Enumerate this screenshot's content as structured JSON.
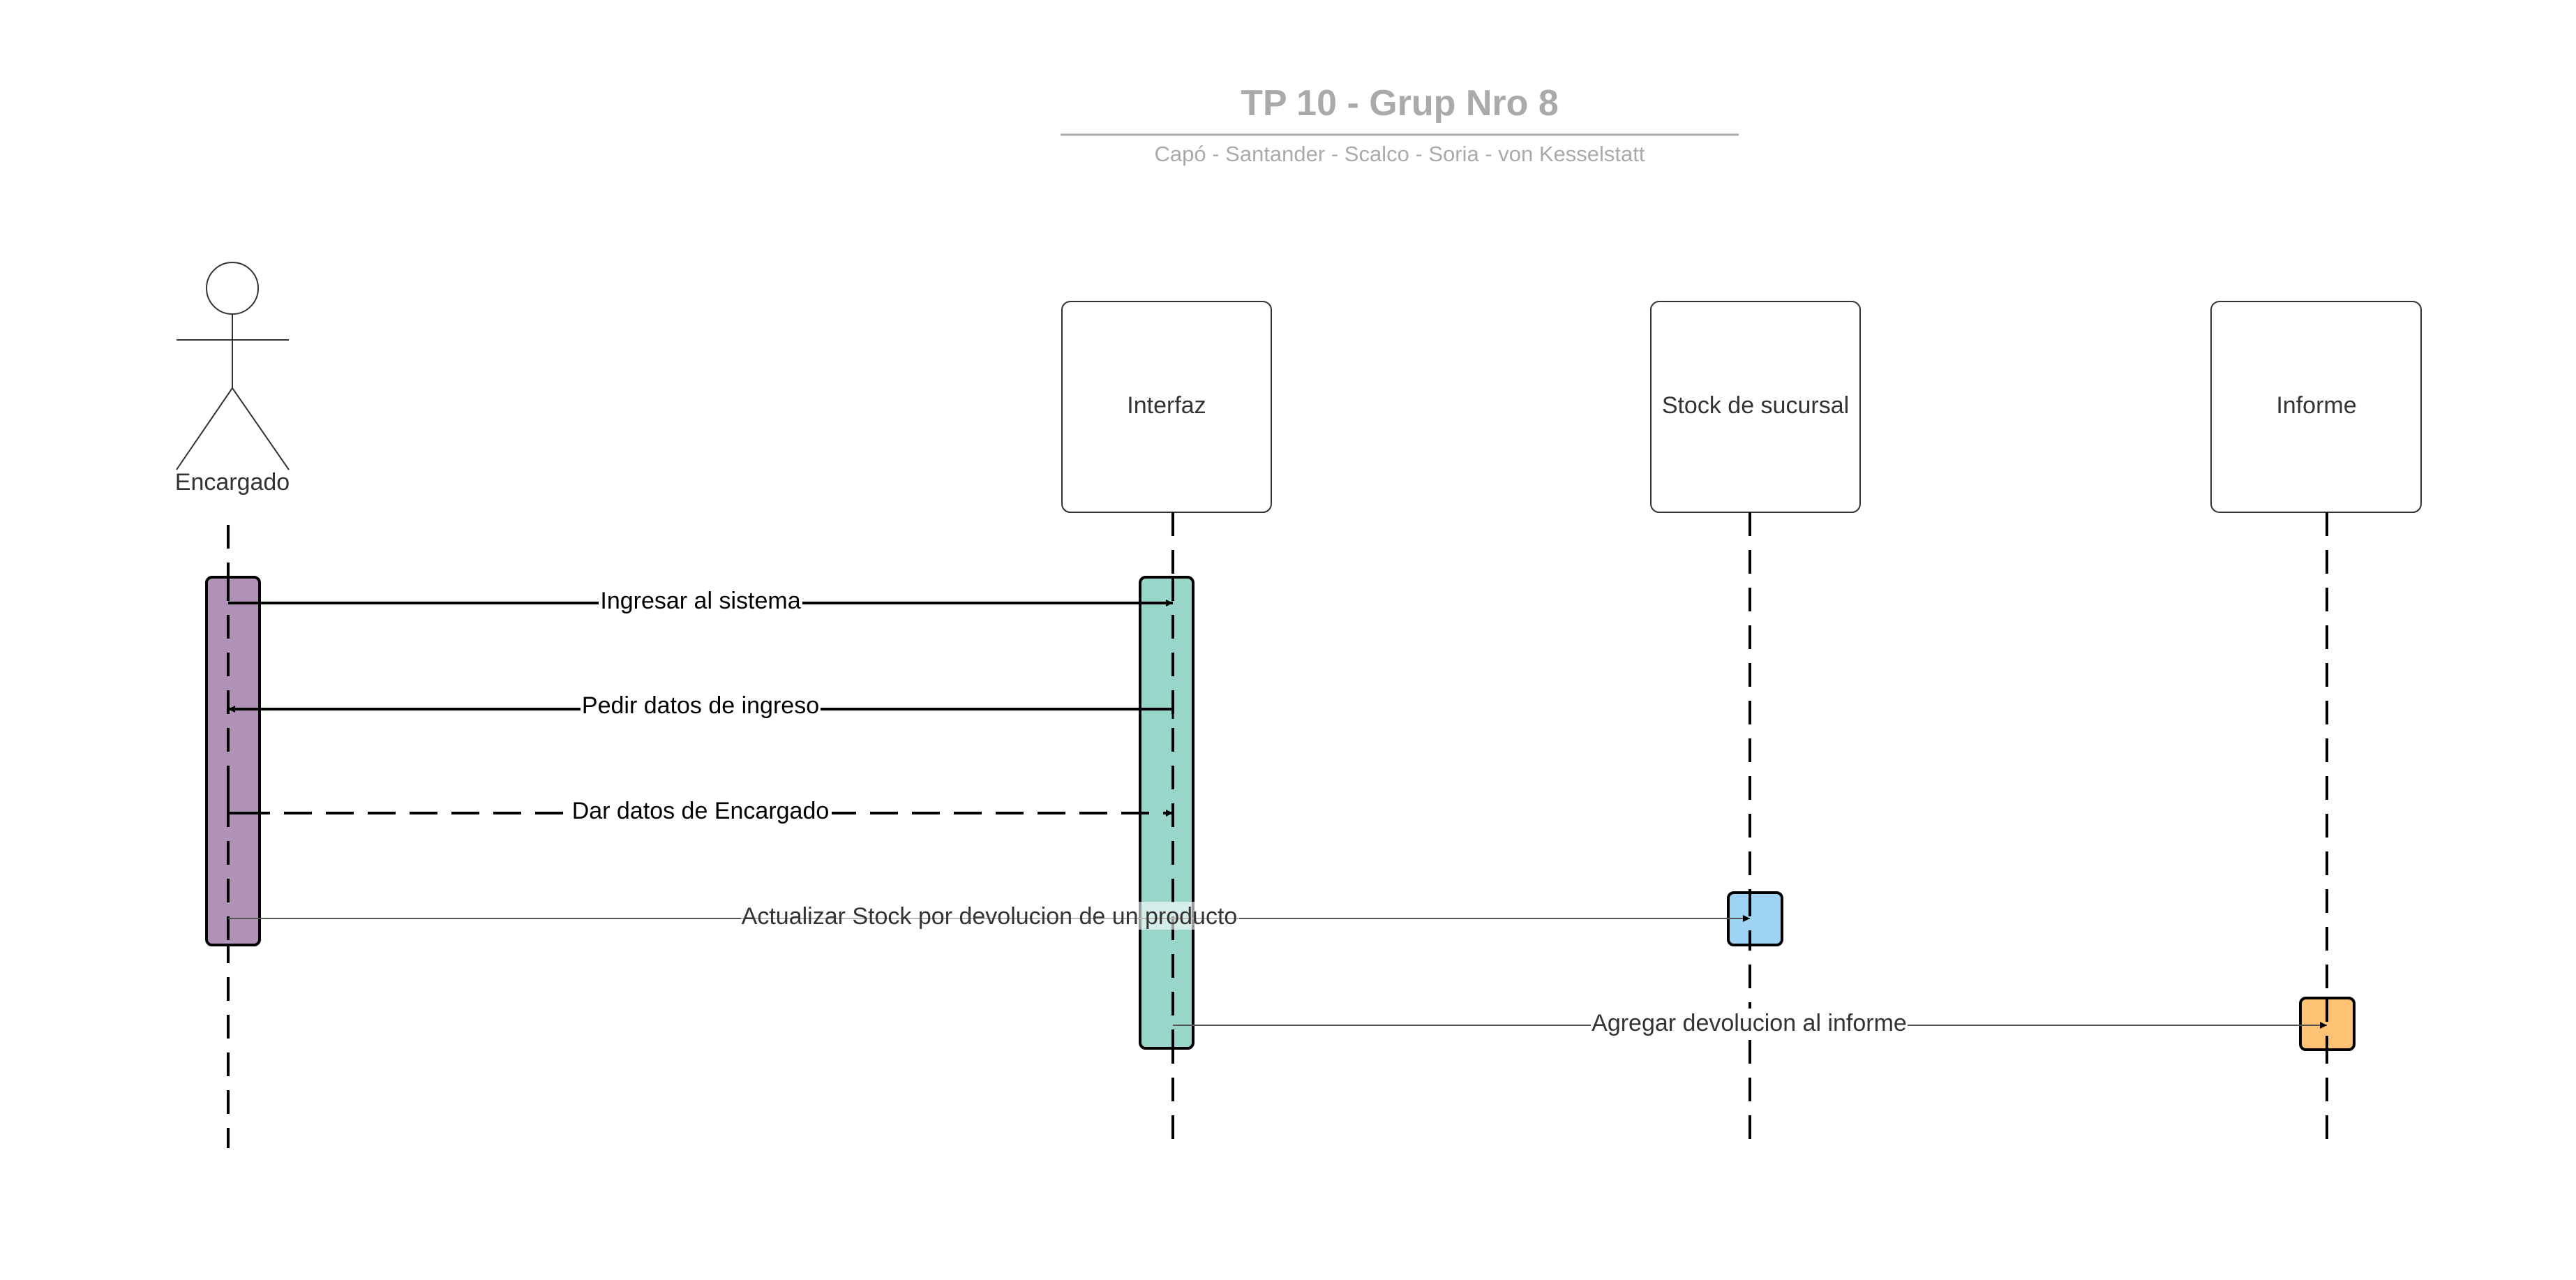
{
  "header": {
    "title": "TP 10 - Grup Nro 8",
    "subtitle": "Capó - Santander - Scalco - Soria - von Kesselstatt"
  },
  "participants": {
    "actor": {
      "label": "Encargado"
    },
    "interfaz": {
      "label": "Interfaz"
    },
    "stock": {
      "label": "Stock de sucursal"
    },
    "informe": {
      "label": "Informe"
    }
  },
  "activation_colors": {
    "encargado": "#b192b7",
    "interfaz": "#99d5c9",
    "stock": "#9ed3f5",
    "informe": "#fdc274"
  },
  "messages": [
    {
      "label": "Ingresar al sistema",
      "from": "Encargado",
      "to": "Interfaz",
      "style": "solid"
    },
    {
      "label": "Pedir datos de ingreso",
      "from": "Interfaz",
      "to": "Encargado",
      "style": "solid"
    },
    {
      "label": "Dar datos de Encargado",
      "from": "Encargado",
      "to": "Interfaz",
      "style": "dashed-return"
    },
    {
      "label": "Actualizar Stock por devolucion de un producto",
      "from": "Encargado",
      "to": "Stock de sucursal",
      "style": "thin"
    },
    {
      "label": "Agregar devolucion al informe",
      "from": "Interfaz",
      "to": "Informe",
      "style": "thin"
    }
  ]
}
